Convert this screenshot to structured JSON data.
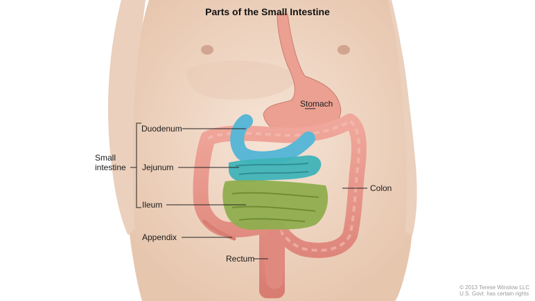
{
  "title": "Parts of the Small Intestine",
  "labels": {
    "duodenum": "Duodenum",
    "jejunum": "Jejunum",
    "ileum": "Ileum",
    "small_intestine_line1": "Small",
    "small_intestine_line2": "intestine",
    "stomach": "Stomach",
    "colon": "Colon",
    "appendix": "Appendix",
    "rectum": "Rectum"
  },
  "credit": {
    "line1": "© 2013 Terese Winslow LLC",
    "line2": "U.S. Govt. has certain rights"
  },
  "colors": {
    "skin": "#f3dccb",
    "skin_shadow": "#e2bda3",
    "colon": "#e8958a",
    "stomach": "#e99a8d",
    "duodenum": "#5ab7d6",
    "jejunum": "#3fb3b8",
    "ileum": "#8fae4e",
    "leader_line": "#222222"
  }
}
